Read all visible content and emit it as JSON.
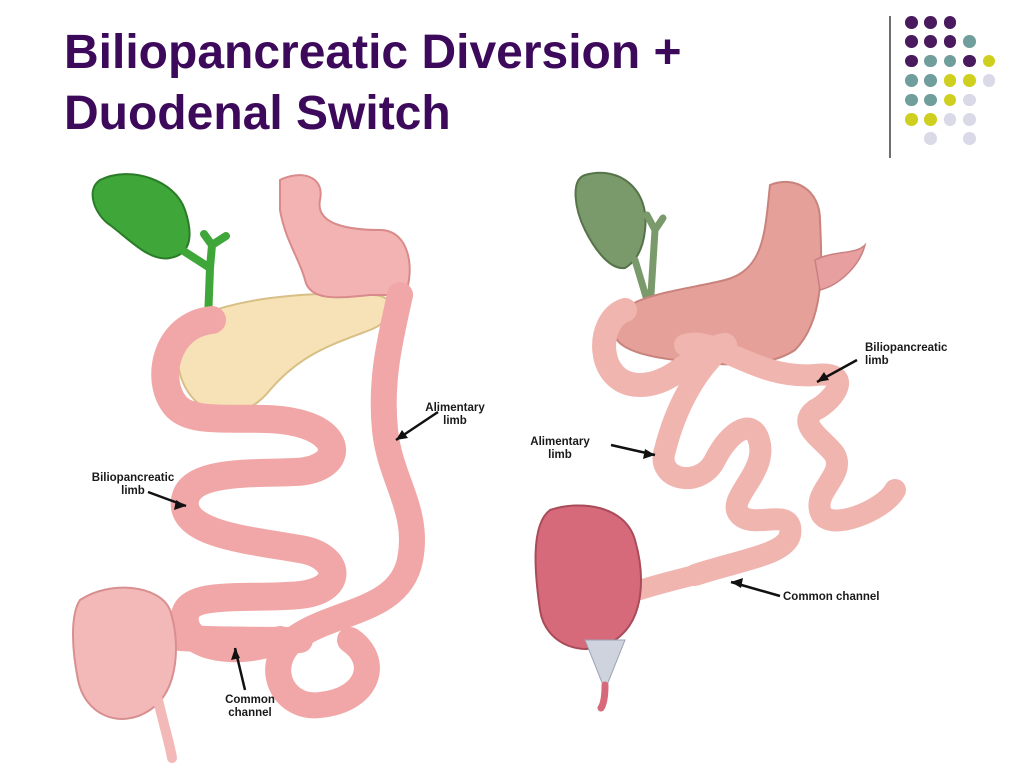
{
  "slide": {
    "title_line1": "Biliopancreatic Diversion +",
    "title_line2": "Duodenal Switch"
  },
  "colors": {
    "title": "#3d0a5b",
    "dot_purple": "#4a1a5e",
    "dot_teal": "#6f9e9c",
    "dot_yellow": "#cfcf1f",
    "dot_lavender": "#d9d9e8",
    "intestine": "#f1a7a7",
    "gallbladder": "#3fa63a",
    "pancreas": "#f6e2b6",
    "colon": "#f3b9b9"
  },
  "decoration": {
    "dot_grid": [
      [
        "purple",
        "purple",
        "purple",
        "",
        ""
      ],
      [
        "purple",
        "purple",
        "purple",
        "teal",
        ""
      ],
      [
        "purple",
        "teal",
        "teal",
        "purple",
        "yellow"
      ],
      [
        "teal",
        "teal",
        "yellow",
        "yellow",
        "lavender"
      ],
      [
        "teal",
        "teal",
        "yellow",
        "lavender",
        ""
      ],
      [
        "yellow",
        "yellow",
        "lavender",
        "lavender",
        ""
      ],
      [
        "",
        "lavender",
        "",
        "lavender",
        ""
      ]
    ]
  },
  "left_figure": {
    "labels": {
      "alimentary": "Alimentary\nlimb",
      "biliopancreatic": "Biliopancreatic\nlimb",
      "common": "Common\nchannel"
    }
  },
  "right_figure": {
    "labels": {
      "biliopancreatic": "Biliopancreatic\nlimb",
      "alimentary": "Alimentary\nlimb",
      "common": "Common channel"
    }
  }
}
